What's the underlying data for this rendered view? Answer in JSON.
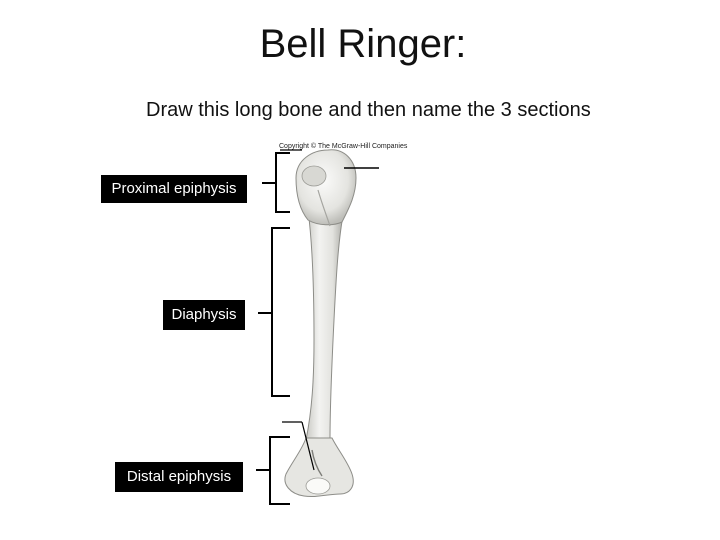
{
  "slide": {
    "title": "Bell Ringer:",
    "subtitle": "Draw this long bone and then name the 3 sections"
  },
  "figure": {
    "copyright": "Copyright © The McGraw-Hill Companies",
    "labels": {
      "proximal": "Proximal epiphysis",
      "diaphysis": "Diaphysis",
      "distal": "Distal epiphysis"
    }
  },
  "colors": {
    "label_bg": "#000000",
    "label_text": "#ffffff",
    "bone_fill": "#e9e9e6",
    "bone_shade": "#b9b9b4"
  }
}
